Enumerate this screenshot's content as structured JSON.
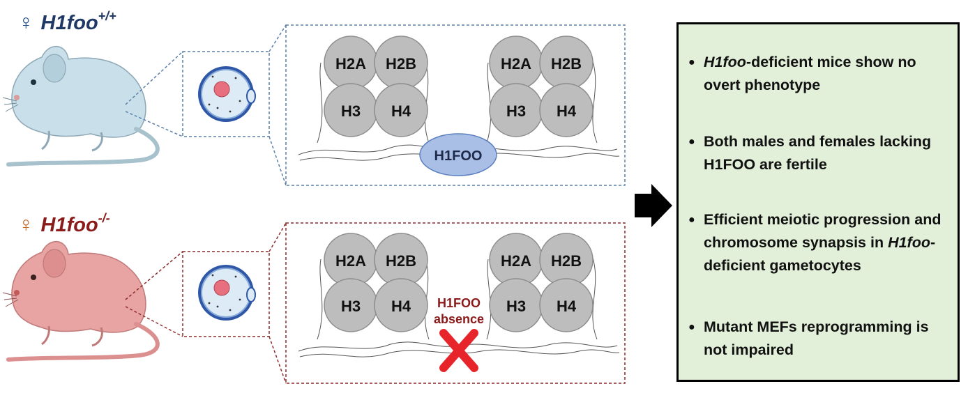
{
  "genotypes": {
    "wildtype": {
      "symbol": "♀",
      "gene": "H1foo",
      "sup": "+/+",
      "color": "#1f3864"
    },
    "knockout": {
      "symbol": "♀",
      "gene": "H1foo",
      "sup": "-/-",
      "color": "#8b1a1a"
    }
  },
  "histones": {
    "h2a": "H2A",
    "h2b": "H2B",
    "h3": "H3",
    "h4": "H4"
  },
  "linker": {
    "label": "H1FOO",
    "absence_line1": "H1FOO",
    "absence_line2": "absence"
  },
  "summary": {
    "items": [
      {
        "italic": "H1foo",
        "rest": "-deficient mice show no overt phenotype"
      },
      {
        "italic": "",
        "rest": "Both males and females lacking H1FOO are fertile"
      },
      {
        "italic": "",
        "rest": "Efficient meiotic progression and chromosome synapsis in ",
        "italic2": "H1foo",
        "rest2": "-deficient gametocytes"
      },
      {
        "italic": "",
        "rest": "Mutant MEFs reprogramming is not impaired"
      }
    ]
  },
  "colors": {
    "mouse_wildtype": "#c9dfe9",
    "mouse_knockout": "#e8a3a3",
    "histone_fill": "#bdbdbd",
    "h1foo_fill": "#a9bfe6",
    "absence_text": "#8b1a1a",
    "cross": "#e8242b",
    "summary_bg": "#e2efd9",
    "dash_blue": "#5b7fa8",
    "dash_red": "#8b2a2a"
  },
  "icons": [
    "female-symbol-icon",
    "mouse-icon",
    "oocyte-icon",
    "arrow-right-icon",
    "cross-icon"
  ]
}
